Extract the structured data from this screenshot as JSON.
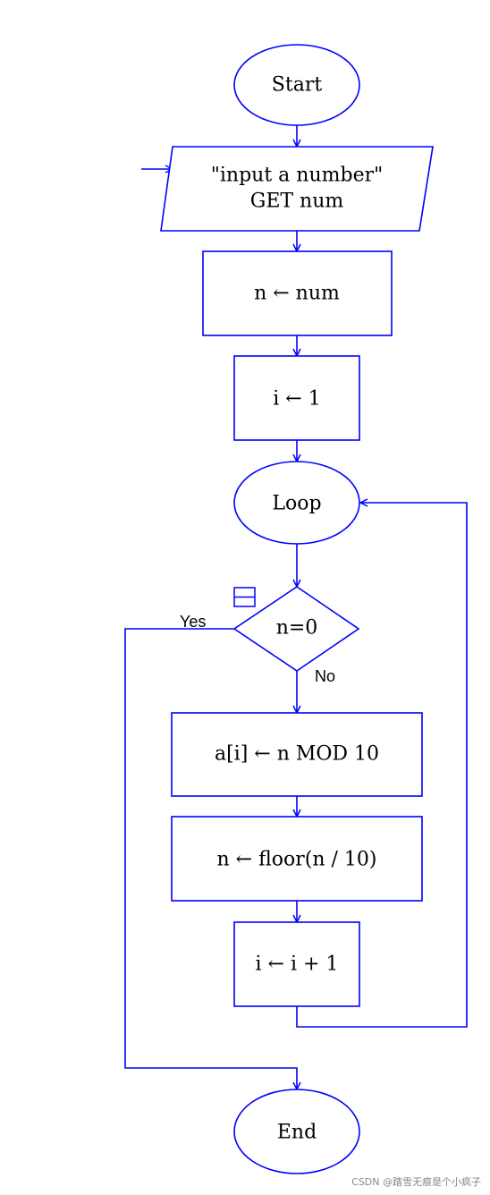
{
  "diagram": {
    "nodes": {
      "start": "Start",
      "input_line1": "\"input a number\"",
      "input_line2": "GET num",
      "assign_n": "n ← num",
      "assign_i": "i ← 1",
      "loop": "Loop",
      "decision": "n=0",
      "digit": "a[i] ← n MOD 10",
      "divide": "n ← floor(n / 10)",
      "increment": "i ← i + 1",
      "end": "End"
    },
    "branches": {
      "yes": "Yes",
      "no": "No"
    },
    "colors": {
      "stroke": "#0000ff",
      "text": "#000000"
    }
  },
  "watermark": "CSDN @踏雪无痕是个小疯子"
}
